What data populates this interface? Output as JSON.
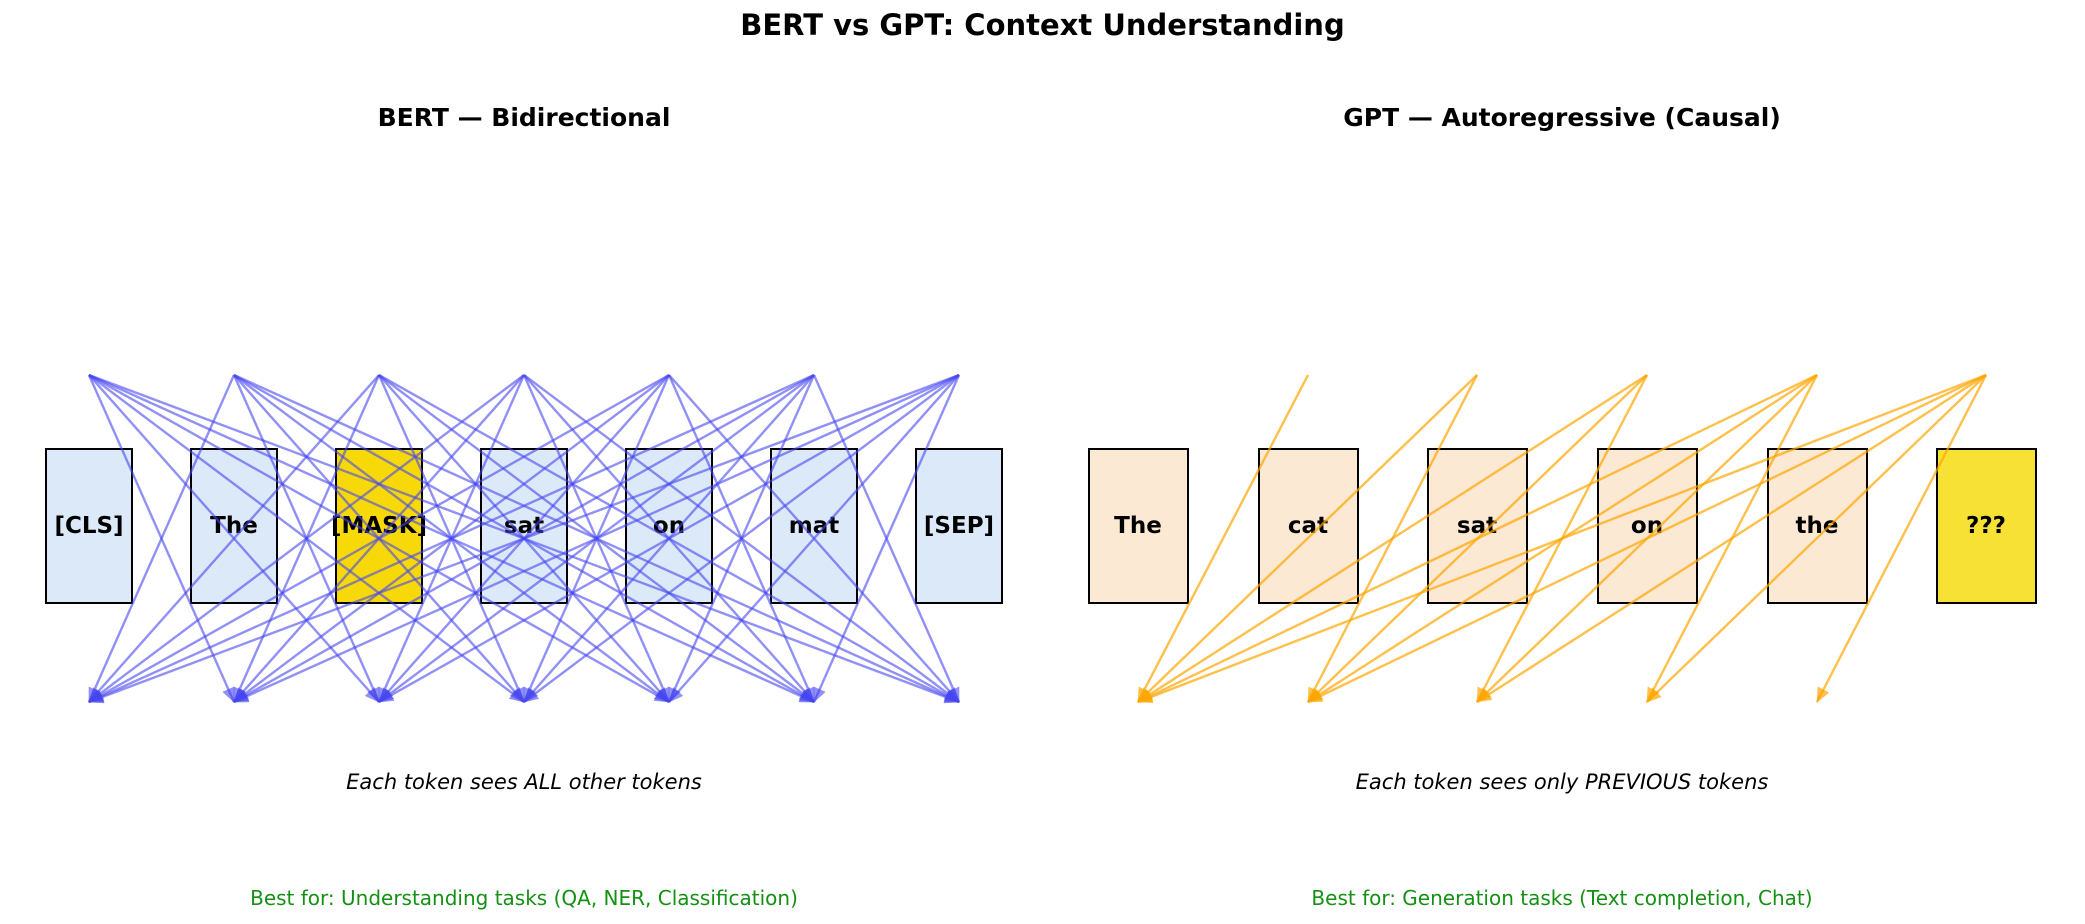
{
  "title": "BERT vs GPT: Context Understanding",
  "text_colors": {
    "title": "#000000",
    "best_for_green": "#149114"
  },
  "panels": [
    {
      "id": "bert",
      "heading": "BERT — Bidirectional",
      "attention": "all-pairs",
      "tokens": [
        {
          "label": "[CLS]",
          "highlight": false
        },
        {
          "label": "The",
          "highlight": false
        },
        {
          "label": "[MASK]",
          "highlight": true
        },
        {
          "label": "sat",
          "highlight": false
        },
        {
          "label": "on",
          "highlight": false
        },
        {
          "label": "mat",
          "highlight": false
        },
        {
          "label": "[SEP]",
          "highlight": false
        }
      ],
      "caption": "Each token sees ALL other tokens",
      "best_for": "Best for: Understanding tasks (QA, NER, Classification)",
      "colors": {
        "box_fill": "#dbe9f8",
        "highlight_fill": "#f7d90a",
        "box_border": "#000000",
        "arrow": "rgba(70,70,240,0.6)"
      }
    },
    {
      "id": "gpt",
      "heading": "GPT — Autoregressive (Causal)",
      "attention": "causal-previous-only",
      "tokens": [
        {
          "label": "The",
          "highlight": false
        },
        {
          "label": "cat",
          "highlight": false
        },
        {
          "label": "sat",
          "highlight": false
        },
        {
          "label": "on",
          "highlight": false
        },
        {
          "label": "the",
          "highlight": false
        },
        {
          "label": "???",
          "highlight": true
        }
      ],
      "caption": "Each token sees only PREVIOUS tokens",
      "best_for": "Best for: Generation tasks (Text completion, Chat)",
      "colors": {
        "box_fill": "#fce9d3",
        "highlight_fill": "#f8e135",
        "box_border": "#000000",
        "arrow": "rgba(255,165,0,0.7)"
      }
    }
  ]
}
